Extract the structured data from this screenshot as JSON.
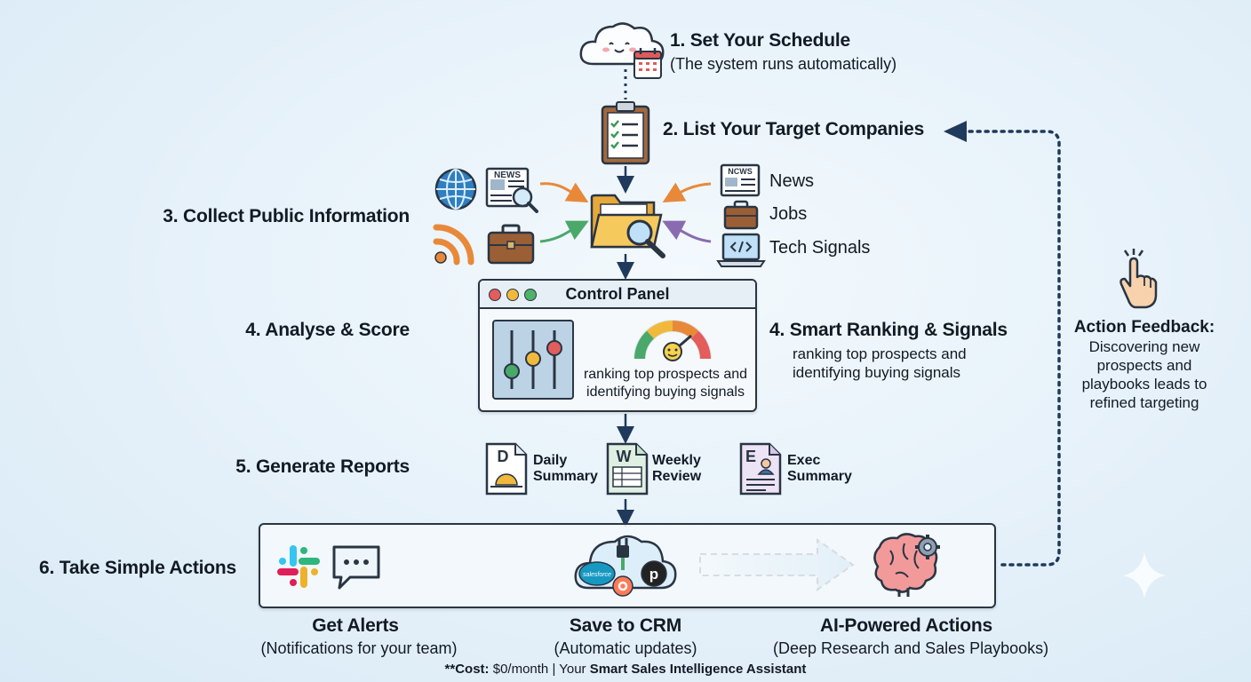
{
  "steps": {
    "s1_title": "1. Set Your Schedule",
    "s1_sub": "(The system runs automatically)",
    "s2_title": "2. List Your Target Companies",
    "s3_title": "3. Collect Public Information",
    "s4_title": "4. Analyse & Score",
    "s4b_title": "4. Smart Ranking & Signals",
    "s4b_sub1": "ranking top prospects and",
    "s4b_sub2": "identifying buying signals",
    "s5_title": "5. Generate Reports",
    "s6_title": "6. Take Simple Actions"
  },
  "sources": {
    "news": "News",
    "jobs": "Jobs",
    "tech": "Tech Signals",
    "newspaper_label": "NEWS",
    "newspaper_label_alt": "NCWS"
  },
  "control_panel": {
    "title": "Control Panel",
    "line1": "ranking top prospects and",
    "line2": "identifying buying signals"
  },
  "reports": {
    "daily_letter": "D",
    "daily_l1": "Daily",
    "daily_l2": "Summary",
    "weekly_letter": "W",
    "weekly_l1": "Weekly",
    "weekly_l2": "Review",
    "exec_letter": "E",
    "exec_l1": "Exec",
    "exec_l2": "Summary"
  },
  "actions": {
    "alerts_title": "Get Alerts",
    "alerts_sub": "(Notifications for your team)",
    "crm_title": "Save to CRM",
    "crm_sub": "(Automatic updates)",
    "ai_title": "AI-Powered Actions",
    "ai_sub": "(Deep Research and Sales Playbooks)",
    "salesforce_label": "salesforce",
    "pipedrive_letter": "p"
  },
  "feedback": {
    "title": "Action Feedback:",
    "l1": "Discovering new",
    "l2": "prospects and",
    "l3": "playbooks leads to",
    "l4": "refined targeting"
  },
  "footer": {
    "cost_label": "**Cost:",
    "cost_value": " $0/month | Your ",
    "assistant": "Smart Sales Intelligence Assistant"
  },
  "colors": {
    "dark": "#2a3544",
    "arrow_blue": "#1f3a5c",
    "orange": "#e8893a",
    "green": "#4aa86a",
    "purple": "#8a6bb0",
    "folder": "#f2c45a",
    "accent_blue": "#8fc2ea"
  }
}
